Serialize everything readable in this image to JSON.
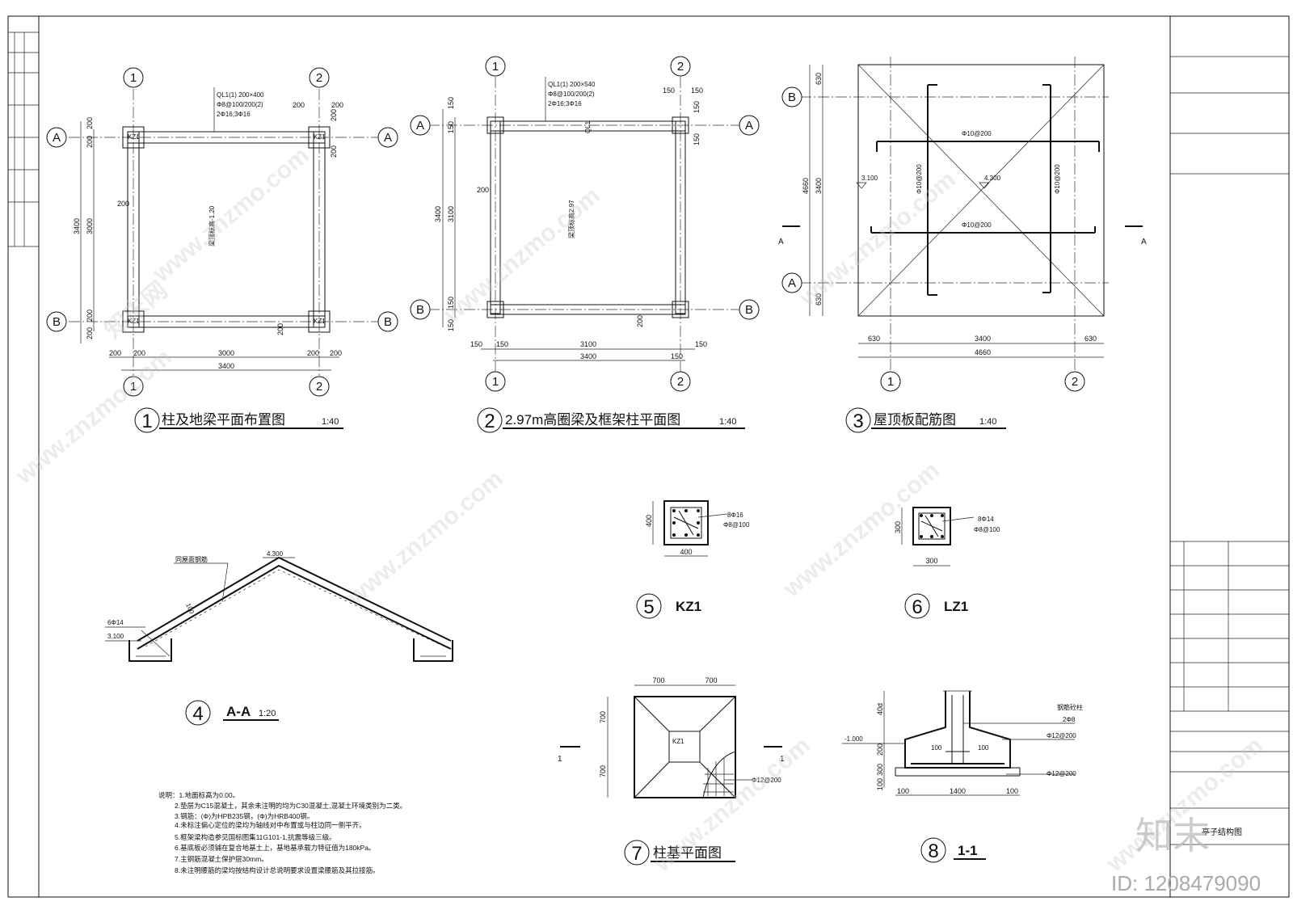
{
  "drawings": {
    "d1": {
      "no": "1",
      "title": "柱及地梁平面布置图",
      "scale": "1:40",
      "beam_note": [
        "QL1(1) 200×400",
        "Φ8@100/200(2)",
        "2Φ16;3Φ16"
      ],
      "center_note": "梁顶标高-1.20",
      "col_tag": "KZ1",
      "dims": {
        "d200": "200",
        "d3000": "3000",
        "d3400": "3400"
      },
      "axes": {
        "ax1": "1",
        "ax2": "2",
        "axA": "A",
        "axB": "B"
      }
    },
    "d2": {
      "no": "2",
      "title": "2.97m高圈梁及框架柱平面图",
      "scale": "1:40",
      "beam_note": [
        "QL1(1) 200×540",
        "Φ8@100/200(2)",
        "2Φ16;3Φ16"
      ],
      "center_note": "梁顶标高2.97",
      "beam_tag": "QL1",
      "dims": {
        "d150": "150",
        "d200": "200",
        "d3100": "3100",
        "d3400": "3400"
      }
    },
    "d3": {
      "no": "3",
      "title": "屋顶板配筋图",
      "scale": "1:40",
      "rebar": "Φ10@200",
      "elev_low": "3.100",
      "elev_high": "4.300",
      "section_mark": "A",
      "dims": {
        "d630": "630",
        "d3400": "3400",
        "d4660": "4660"
      }
    },
    "d4": {
      "no": "4",
      "title": "A-A",
      "scale": "1:20",
      "elev_top": "4.300",
      "elev_eave": "3.100",
      "rebar_eave": "6Φ14",
      "slab_note": "同屋面钢筋",
      "thickness": "100"
    },
    "d5": {
      "no": "5",
      "title": "KZ1",
      "rebar1": "8Φ16",
      "rebar2": "Φ8@100",
      "size": "400"
    },
    "d6": {
      "no": "6",
      "title": "LZ1",
      "rebar1": "8Φ14",
      "rebar2": "Φ8@100",
      "size": "300"
    },
    "d7": {
      "no": "7",
      "title": "柱基平面图",
      "dim700": "700",
      "col_tag": "KZ1",
      "rebar": "Φ12@200",
      "section_mark": "1"
    },
    "d8": {
      "no": "8",
      "title": "1-1",
      "note_top": "钢筋砼柱",
      "rebar_a": "2Φ8",
      "rebar_b": "Φ12@200",
      "rebar_c": "Φ12@200",
      "elev": "-1.000",
      "dims": {
        "d100": "100",
        "d1400": "1400",
        "d300": "300",
        "d200": "200",
        "d40d": "40d"
      }
    }
  },
  "notes": [
    "说明：1.地面标高为0.00。",
    "2.垫层为C15混凝土，其余未注明的均为C30混凝土,混凝土环境类别为二类。",
    "3.钢筋：(Φ)为HPB235钢，(Φ)为HRB400钢。",
    "4.未标注偏心定位的梁均为轴线对中布置或与柱边同一侧平齐。",
    "5.框架梁构造参见国标图集11G101-1,抗震等级三级。",
    "6.基底板必须铺在复合地基土上，基地基承载力特征值为180kPa。",
    "7.主钢筋混凝土保护层30mm。",
    "8.未注明腰筋的梁均按结构设计总说明要求设置梁腰筋及其拉接筋。"
  ],
  "title_block": {
    "drawing_name": "亭子结构图"
  },
  "watermark": {
    "site": "www.znzmo.com",
    "brand": "知末网",
    "logo": "知末",
    "id": "ID: 1208479090"
  }
}
